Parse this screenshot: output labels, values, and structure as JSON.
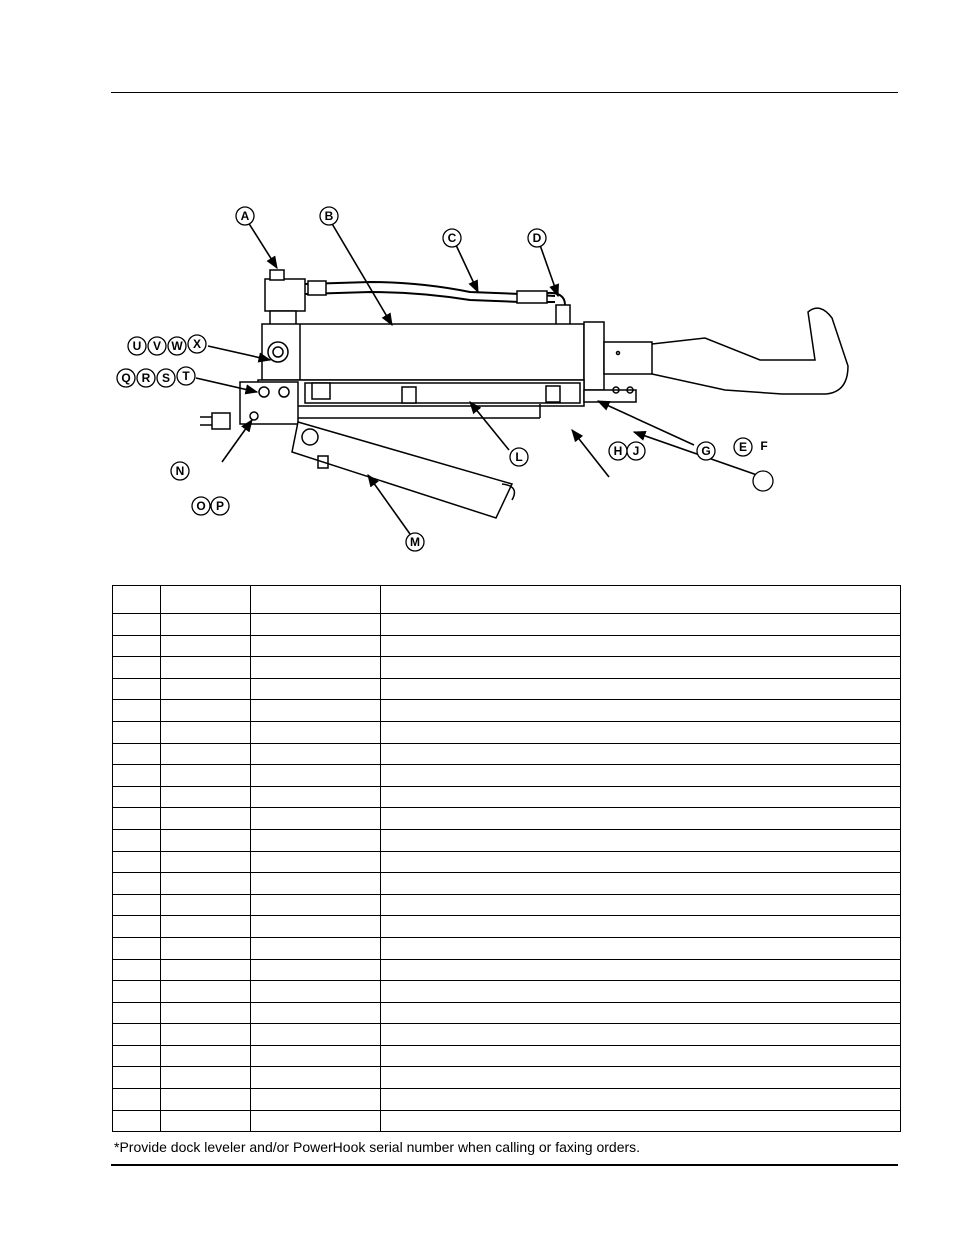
{
  "callouts": {
    "A": "A",
    "B": "B",
    "C": "C",
    "D": "D",
    "E": "E",
    "F": "F",
    "G": "G",
    "H": "H",
    "J": "J",
    "L": "L",
    "M": "M",
    "N": "N",
    "O": "O",
    "P": "P",
    "Q": "Q",
    "R": "R",
    "S": "S",
    "T": "T",
    "U": "U",
    "V": "V",
    "W": "W",
    "X": "X"
  },
  "parts_table": {
    "rows": 25,
    "columns": 4
  },
  "footnote": "*Provide dock leveler and/or PowerHook serial number when calling or faxing orders."
}
